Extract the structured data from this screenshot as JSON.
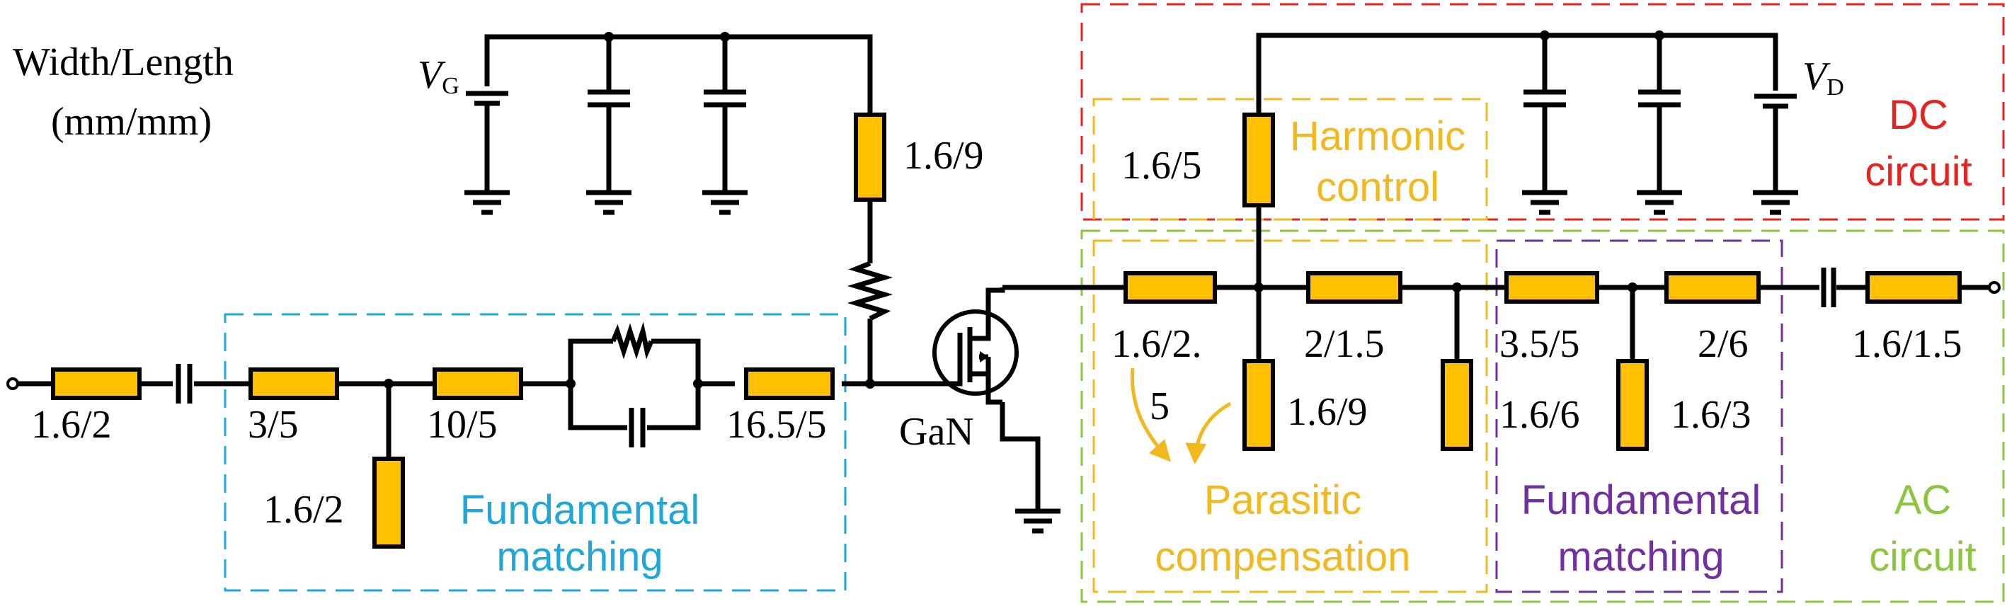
{
  "legend": {
    "line1": "Width/Length",
    "line2": "(mm/mm)"
  },
  "supplies": {
    "gate_main": "V",
    "gate_sub": "G",
    "drain_main": "V",
    "drain_sub": "D"
  },
  "transistor": {
    "label": "GaN"
  },
  "lines": {
    "in_1": "1.6/2",
    "in_2": "3/5",
    "in_stub": "1.6/2",
    "in_3": "10/5",
    "in_4": "16.5/5",
    "gate_bias": "1.6/9",
    "out_1a": "1.6/2.",
    "out_1b": "5",
    "out_2": "2/1.5",
    "drain_stub": "1.6/9",
    "harm_stub": "1.6/5",
    "out_3": "3.5/5",
    "out_stub_l": "1.6/6",
    "out_4": "2/6",
    "out_stub_r": "1.6/3",
    "out_5": "1.6/1.5"
  },
  "regions": {
    "input_fm": {
      "l1": "Fundamental",
      "l2": "matching",
      "color": "#1EA7D8"
    },
    "dc": {
      "l1": "DC",
      "l2": "circuit",
      "color": "#E8221F"
    },
    "harmonic": {
      "l1": "Harmonic",
      "l2": "control",
      "color": "#F2B820"
    },
    "parasitic": {
      "l1": "Parasitic",
      "l2": "compensation",
      "color": "#F2B820"
    },
    "output_fm": {
      "l1": "Fundamental",
      "l2": "matching",
      "color": "#7030A0"
    },
    "ac": {
      "l1": "AC",
      "l2": "circuit",
      "color": "#8CC63F"
    }
  }
}
